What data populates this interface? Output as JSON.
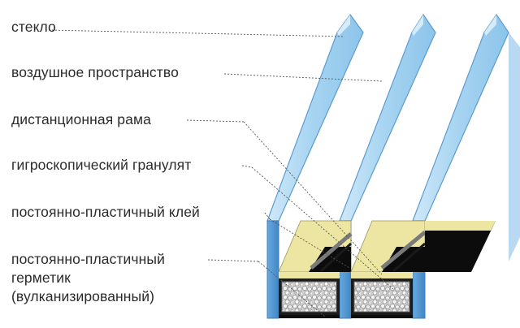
{
  "labels": [
    {
      "id": "glass",
      "lines": [
        "стекло"
      ]
    },
    {
      "id": "air-space",
      "lines": [
        "воздушное пространство"
      ]
    },
    {
      "id": "spacer-frame",
      "lines": [
        "дистанционная рама"
      ]
    },
    {
      "id": "desiccant",
      "lines": [
        "гигроскопический гранулят"
      ]
    },
    {
      "id": "adhesive",
      "lines": [
        "постоянно-пластичный клей"
      ]
    },
    {
      "id": "sealant",
      "lines": [
        "постоянно-пластичный",
        "герметик",
        "(вулканизированный)"
      ]
    }
  ],
  "colors": {
    "glass_face": "#9fcfee",
    "glass_edge": "#4f93cf",
    "glass_dark": "#3a7ec0",
    "adhesive_yellow": "#ece6a2",
    "sealant_black": "#0c0c0c",
    "desiccant_grey": "#d8d8d8",
    "leader_line": "#555555"
  }
}
